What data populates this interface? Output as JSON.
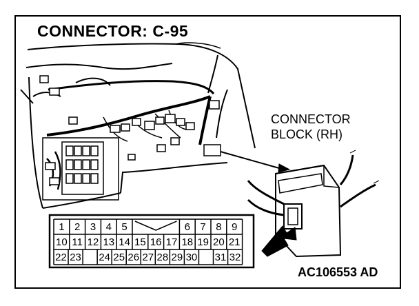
{
  "diagram": {
    "title": "CONNECTOR: C-95",
    "callout": {
      "line1": "CONNECTOR",
      "line2": "BLOCK (RH)"
    },
    "figure_code": "AC106553 AD",
    "connector_pins": {
      "row1": [
        "1",
        "2",
        "3",
        "4",
        "5",
        "",
        "6",
        "7",
        "8",
        "9"
      ],
      "row2": [
        "10",
        "11",
        "12",
        "13",
        "14",
        "15",
        "16",
        "17",
        "18",
        "19",
        "20",
        "21"
      ],
      "row3": [
        "22",
        "23",
        "",
        "24",
        "25",
        "26",
        "27",
        "28",
        "29",
        "30",
        "",
        "31",
        "32"
      ]
    },
    "colors": {
      "line": "#000000",
      "background": "#ffffff"
    }
  }
}
